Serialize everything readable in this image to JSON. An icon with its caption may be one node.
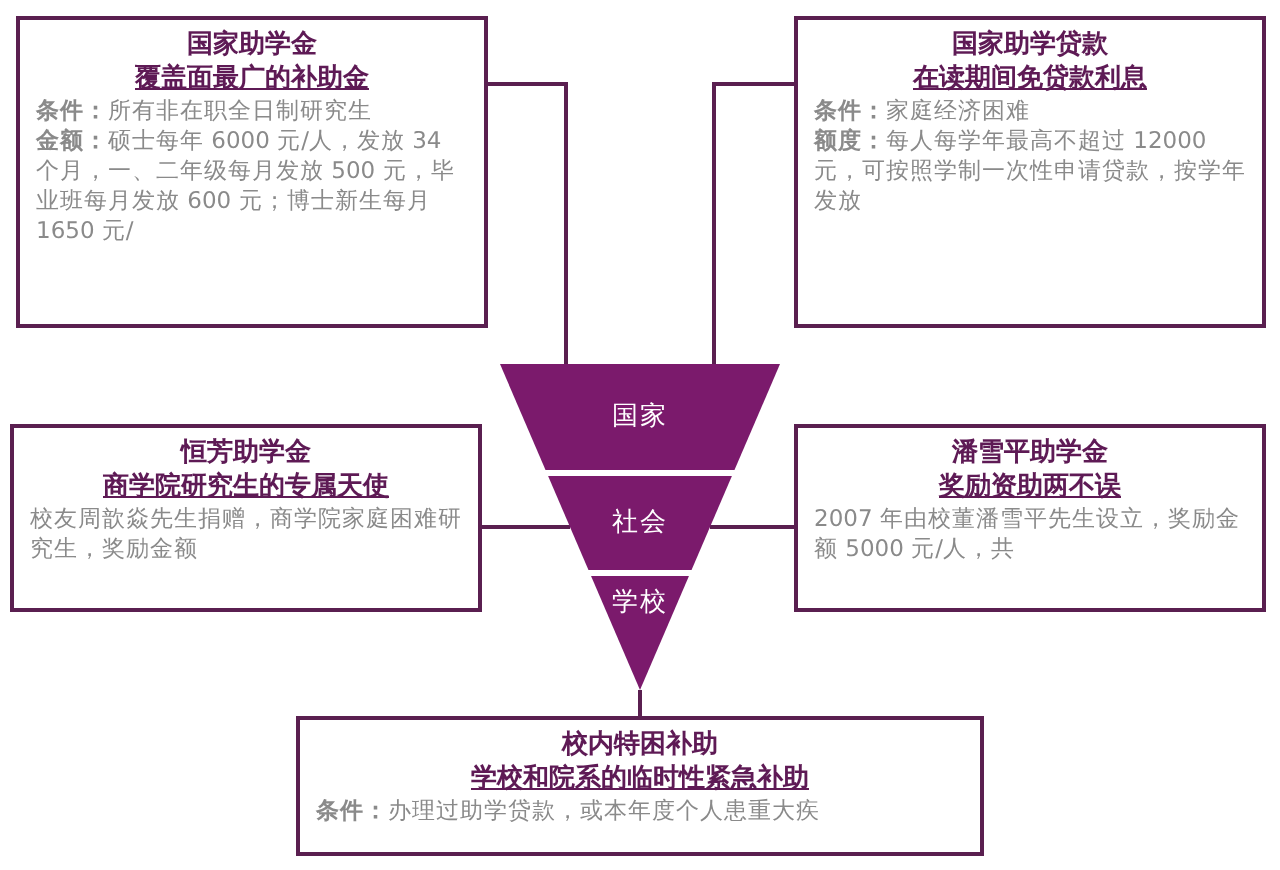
{
  "diagram": {
    "nodes": [
      {
        "text": [
          "国家助学金",
          "覆盖面最广的补助金",
          "**条件：**所有非在职全日制研究生",
          "**金额：**硕士每年 6000 元/人，发放 34 个月，一、二年级每月发放 500 元，毕业班每月发放 600 元；博士新生每月 1650 元/"
        ]
      },
      {
        "text": [
          "国家助学贷款",
          "在读期间免贷款利息",
          "**条件：**家庭经济困难",
          "**额度：**每人每学年最高不超过 12000 元，可按照学制一次性申请贷款，按学年发放"
        ]
      },
      {
        "text": [
          "国家"
        ]
      },
      {
        "text": [
          "恒芳助学金",
          "商学院研究生的专属天使",
          "校友周歆焱先生捐赠，商学院家庭困难研究生，奖励金额"
        ]
      },
      {
        "text": [
          "社会"
        ]
      },
      {
        "text": [
          "潘雪平助学金",
          "奖励资助两不误",
          "2007 年由校董潘雪平先生设立，奖励金额 5000 元/人，共"
        ]
      },
      {
        "text": [
          "学校"
        ]
      },
      {
        "text": [
          "校内特困补助",
          "学校和院系的临时性紧急补助",
          "**条件：**办理过助学贷款，或本年度个人患重大疾"
        ]
      }
    ],
    "edges": [
      {
        "from": 2,
        "to": 0,
        "arrow": "none"
      },
      {
        "from": 2,
        "to": 1,
        "arrow": "none"
      },
      {
        "from": 4,
        "to": 3,
        "arrow": "none"
      },
      {
        "from": 4,
        "to": 5,
        "arrow": "none"
      },
      {
        "from": 6,
        "to": 7,
        "arrow": "none"
      }
    ]
  }
}
